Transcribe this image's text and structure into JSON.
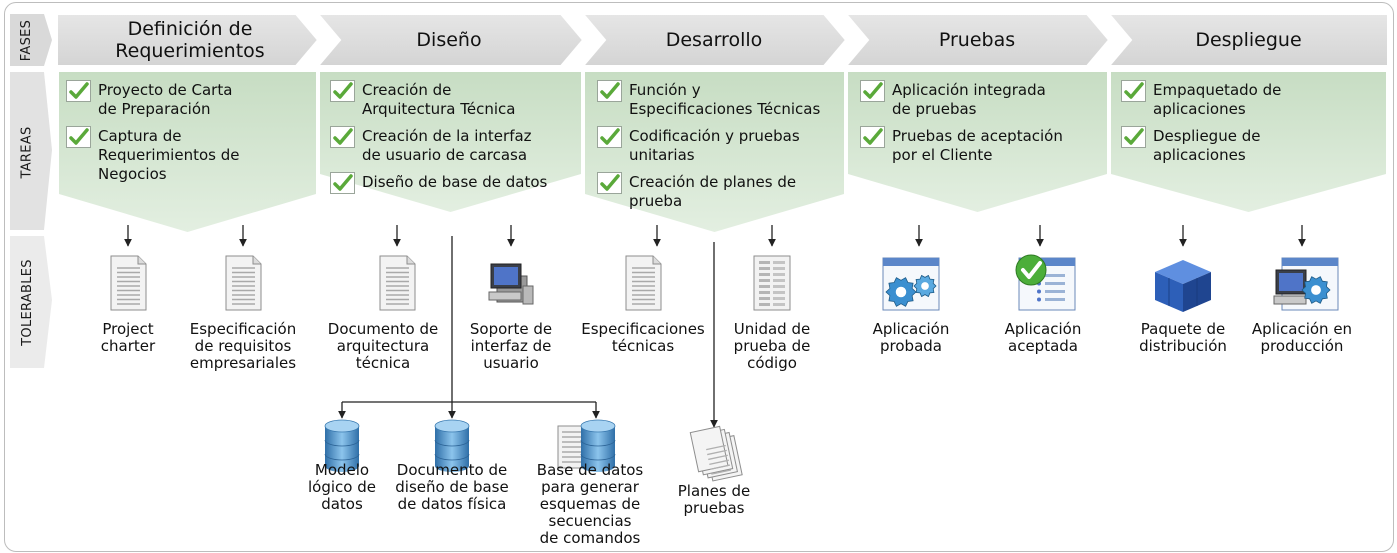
{
  "side_labels": {
    "fases": "FASES",
    "tareas": "TAREAS",
    "tolerables": "TOLERABLES"
  },
  "phases": [
    {
      "name": "Definición de\nRequerimientos",
      "tasks": [
        "Proyecto de Carta\nde Preparación",
        "Captura de\nRequerimientos de\nNegocios"
      ]
    },
    {
      "name": "Diseño",
      "tasks": [
        "Creación de\nArquitectura Técnica",
        "Creación de la interfaz\nde usuario de carcasa",
        "Diseño de base de datos"
      ]
    },
    {
      "name": "Desarrollo",
      "tasks": [
        "Función y\nEspecificaciones Técnicas",
        "Codificación y pruebas\nunitarias",
        "Creación de planes de\nprueba"
      ]
    },
    {
      "name": "Pruebas",
      "tasks": [
        "Aplicación integrada\nde pruebas",
        "Pruebas de aceptación\npor el Cliente"
      ]
    },
    {
      "name": "Despliegue",
      "tasks": [
        "Empaquetado de\naplicaciones",
        "Despliegue de\naplicaciones"
      ]
    }
  ],
  "deliverables": [
    {
      "label": "Project\ncharter",
      "icon": "document-icon"
    },
    {
      "label": "Especificación\nde requisitos\nempresariales",
      "icon": "document-icon"
    },
    {
      "label": "Documento de\narquitectura\ntécnica",
      "icon": "document-icon"
    },
    {
      "label": "Soporte de\ninterfaz de\nusuario",
      "icon": "computer-icon"
    },
    {
      "label": "Especificaciones\ntécnicas",
      "icon": "document-icon"
    },
    {
      "label": "Unidad de\nprueba de\ncódigo",
      "icon": "code-sheet-icon"
    },
    {
      "label": "Aplicación\nprobada",
      "icon": "app-gear-icon"
    },
    {
      "label": "Aplicación\naceptada",
      "icon": "app-check-icon"
    },
    {
      "label": "Paquete de\ndistribución",
      "icon": "package-cube-icon"
    },
    {
      "label": "Aplicación en\nproducción",
      "icon": "computer-gear-icon"
    }
  ],
  "sub_deliverables": [
    {
      "label": "Modelo\nlógico de\ndatos",
      "icon": "database-icon"
    },
    {
      "label": "Documento de\ndiseño de base\nde datos física",
      "icon": "database-icon"
    },
    {
      "label": "Base de datos\npara generar\nesquemas de\nsecuencias\nde comandos",
      "icon": "database-script-icon"
    },
    {
      "label": "Planes de\npruebas",
      "icon": "document-stack-icon"
    }
  ],
  "colors": {
    "phase_band": "#d4d4d4",
    "task_band": "#d6e7d3",
    "check_green": "#5aa93a",
    "db_blue": "#4a90c8",
    "cube_blue": "#2d5fb8"
  }
}
